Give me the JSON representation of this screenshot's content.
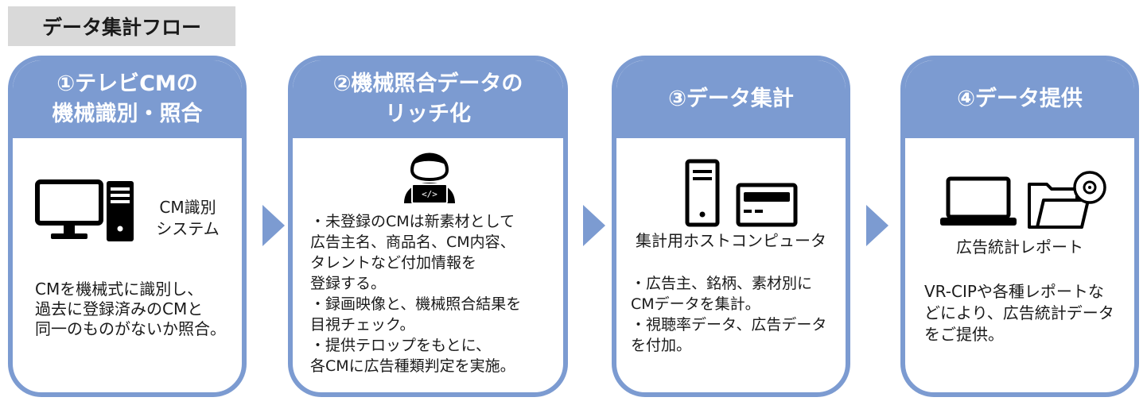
{
  "title": "データ集計フロー",
  "steps": [
    {
      "header": [
        "①テレビCMの",
        "機械識別・照合"
      ],
      "icon_label": [
        "CM識別",
        "システム"
      ],
      "description": [
        "CMを機械式に識別し、",
        "過去に登録済みのCMと",
        "同一のものがないか照合。"
      ]
    },
    {
      "header": [
        "②機械照合データの",
        "リッチ化"
      ],
      "bullets": [
        [
          "・未登録のCMは新素材として",
          "広告主名、商品名、CM内容、",
          "タレントなど付加情報を",
          "登録する。"
        ],
        [
          "・録画映像と、機械照合結果を",
          "目視チェック。"
        ],
        [
          "・提供テロップをもとに、",
          "各CMに広告種類判定を実施。"
        ]
      ]
    },
    {
      "header": [
        "③データ集計"
      ],
      "icon_label": [
        "集計用ホストコンピュータ"
      ],
      "bullets": [
        [
          "・広告主、銘柄、素材別に",
          "CMデータを集計。"
        ],
        [
          "・視聴率データ、広告データ",
          "を付加。"
        ]
      ]
    },
    {
      "header": [
        "④データ提供"
      ],
      "icon_label": [
        "広告統計レポート"
      ],
      "description": [
        "VR-CIPや各種レポートな",
        "どにより、広告統計データ",
        "をご提供。"
      ]
    }
  ],
  "colors": {
    "accent": "#7c9bd1",
    "label": "#e46c0a",
    "title_bg": "#d9d9d9"
  },
  "icons": [
    "monitor-icon",
    "tower-pc-icon",
    "developer-laptop-icon",
    "server-tower-icon",
    "server-unit-icon",
    "laptop-icon",
    "folder-icon",
    "disc-icon"
  ]
}
